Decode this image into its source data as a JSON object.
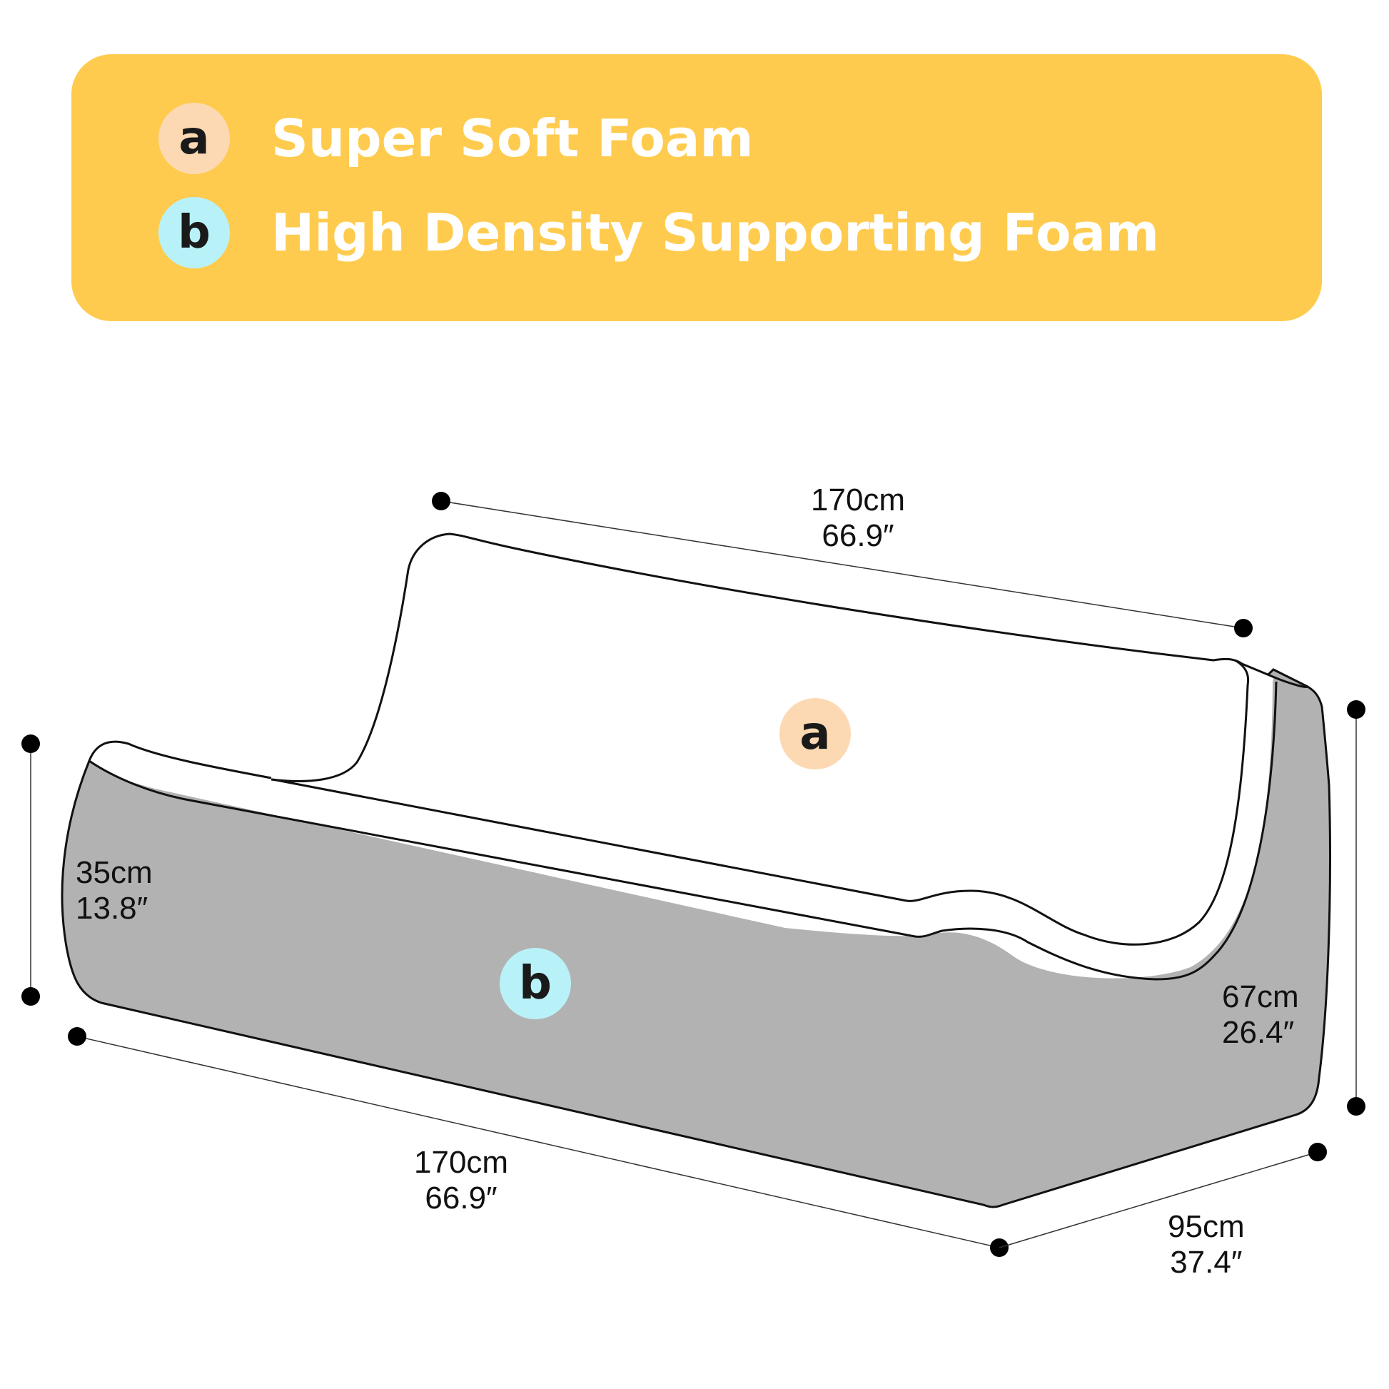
{
  "legend": {
    "items": [
      {
        "key": "a",
        "label": "Super Soft Foam",
        "color": "#FDD9B3"
      },
      {
        "key": "b",
        "label": "High Density Supporting Foam",
        "color": "#B8F2F8"
      }
    ],
    "background": "#FFCB4E"
  },
  "dimensions": {
    "top_length": {
      "cm": "170cm",
      "inch": "66.9″"
    },
    "bottom_length": {
      "cm": "170cm",
      "inch": "66.9″"
    },
    "left_height": {
      "cm": "35cm",
      "inch": "13.8″"
    },
    "right_height": {
      "cm": "67cm",
      "inch": "26.4″"
    },
    "depth": {
      "cm": "95cm",
      "inch": "37.4″"
    }
  },
  "markers": {
    "soft_foam": "a",
    "support_foam": "b"
  },
  "colors": {
    "base_gray": "#B3B2B3",
    "cushion_white": "#FFFFFF",
    "outline": "#111111"
  }
}
